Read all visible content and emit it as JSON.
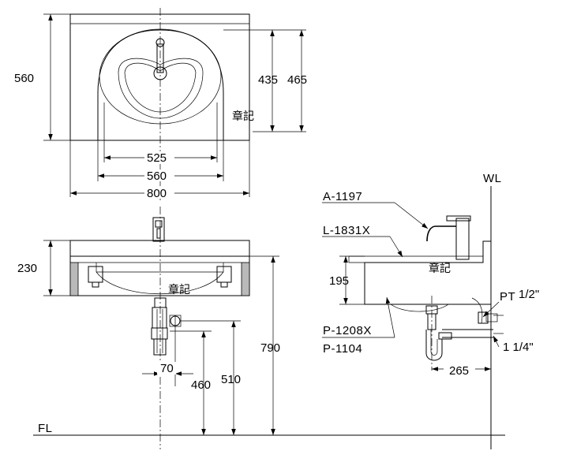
{
  "top_view": {
    "dims": {
      "overall_height": "560",
      "bowl_depth_435": "435",
      "bowl_depth_465": "465",
      "width_525": "525",
      "width_560": "560",
      "width_800": "800"
    },
    "stamp": "章記"
  },
  "front_view": {
    "dims": {
      "height_230": "230",
      "offset_70": "70",
      "height_460": "460",
      "height_510": "510",
      "height_790": "790"
    },
    "stamp": "章記",
    "floor_label": "FL"
  },
  "side_view": {
    "wall_label": "WL",
    "parts": {
      "faucet": "A-1197",
      "basin": "L-1831X",
      "trap_1": "P-1208X",
      "trap_2": "P-1104"
    },
    "dims": {
      "height_195": "195",
      "depth_265": "265"
    },
    "pipe_pt_prefix": "PT",
    "pipe_pt_size": "1/2\"",
    "pipe_outlet_size": "1 1/4\"",
    "stamp": "章記"
  }
}
